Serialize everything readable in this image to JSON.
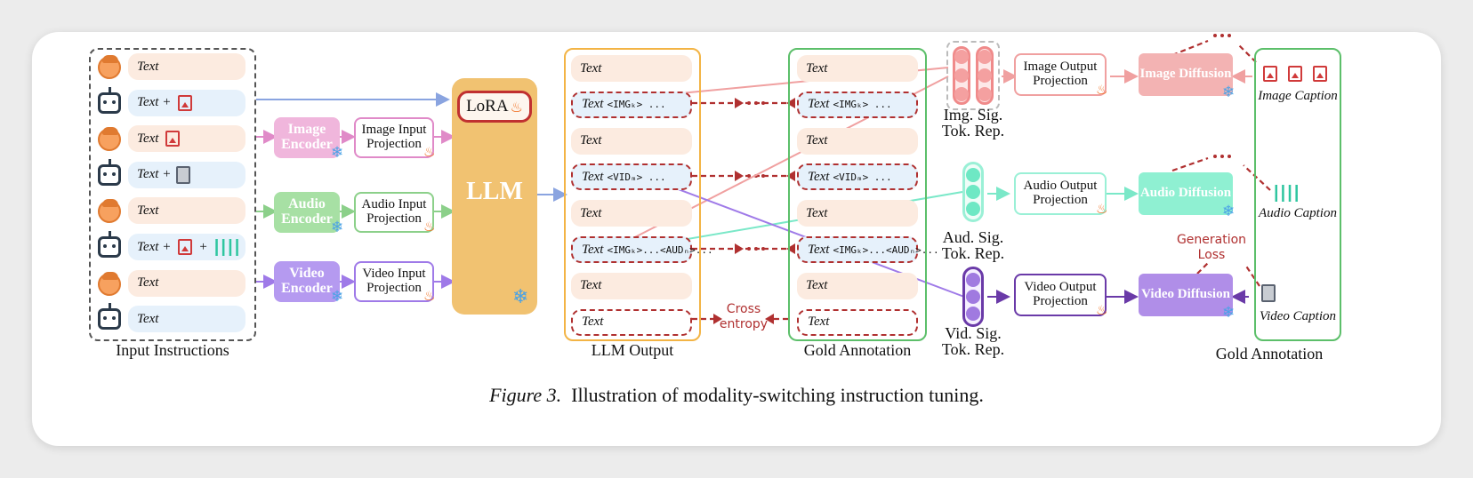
{
  "caption": {
    "figure": "Figure 3.",
    "text": "Illustration of modality-switching instruction tuning."
  },
  "input_instructions": {
    "label": "Input Instructions",
    "rows": [
      {
        "speaker": "human",
        "text": "Text",
        "suffix": ""
      },
      {
        "speaker": "robot",
        "text": "Text +",
        "suffix": ""
      },
      {
        "speaker": "human",
        "text": "Text",
        "suffix": ""
      },
      {
        "speaker": "robot",
        "text": "Text +",
        "suffix": ""
      },
      {
        "speaker": "human",
        "text": "Text",
        "suffix": ""
      },
      {
        "speaker": "robot",
        "text": "Text +",
        "suffix": "+"
      },
      {
        "speaker": "human",
        "text": "Text",
        "suffix": ""
      },
      {
        "speaker": "robot",
        "text": "Text",
        "suffix": ""
      }
    ]
  },
  "encoders": [
    {
      "label": "Image Encoder",
      "color": "#f0b6dc"
    },
    {
      "label": "Audio Encoder",
      "color": "#a7e0a4"
    },
    {
      "label": "Video Encoder",
      "color": "#b59af0"
    }
  ],
  "input_projections": [
    {
      "label": "Image Input Projection"
    },
    {
      "label": "Audio Input Projection"
    },
    {
      "label": "Video Input Projection"
    }
  ],
  "llm": {
    "label": "LLM",
    "lora": "LoRA"
  },
  "llm_output": {
    "label": "LLM Output",
    "rows": [
      {
        "text": "Text",
        "tokens": ""
      },
      {
        "text": "Text",
        "tokens": "<IMGₖ> ..."
      },
      {
        "text": "Text",
        "tokens": ""
      },
      {
        "text": "Text",
        "tokens": "<VIDₘ> ..."
      },
      {
        "text": "Text",
        "tokens": ""
      },
      {
        "text": "Text",
        "tokens": "<IMGₖ>...<AUDₙ>..."
      },
      {
        "text": "Text",
        "tokens": ""
      },
      {
        "text": "Text",
        "tokens": ""
      }
    ]
  },
  "gold_annotation_mid": {
    "label": "Gold Annotation",
    "rows": [
      {
        "text": "Text",
        "tokens": ""
      },
      {
        "text": "Text",
        "tokens": "<IMGₖ> ..."
      },
      {
        "text": "Text",
        "tokens": ""
      },
      {
        "text": "Text",
        "tokens": "<VIDₘ> ..."
      },
      {
        "text": "Text",
        "tokens": ""
      },
      {
        "text": "Text",
        "tokens": "<IMGₖ>...<AUDₙ>..."
      },
      {
        "text": "Text",
        "tokens": ""
      },
      {
        "text": "Text",
        "tokens": ""
      }
    ]
  },
  "cross_entropy": "Cross entropy",
  "signal_reps": [
    {
      "label": "Img. Sig. Tok. Rep."
    },
    {
      "label": "Aud. Sig. Tok. Rep."
    },
    {
      "label": "Vid. Sig. Tok. Rep."
    }
  ],
  "output_projections": [
    {
      "label": "Image Output Projection"
    },
    {
      "label": "Audio Output Projection"
    },
    {
      "label": "Video Output Projection"
    }
  ],
  "diffusions": [
    {
      "label": "Image Diffusion",
      "color": "#f3b3b3"
    },
    {
      "label": "Audio Diffusion",
      "color": "#8ff0d2"
    },
    {
      "label": "Video Diffusion",
      "color": "#b08ee8"
    }
  ],
  "generation_loss": "Generation Loss",
  "gold_annotation_right": {
    "label": "Gold Annotation",
    "captions": [
      "Image Caption",
      "Audio Caption",
      "Video Caption"
    ]
  }
}
